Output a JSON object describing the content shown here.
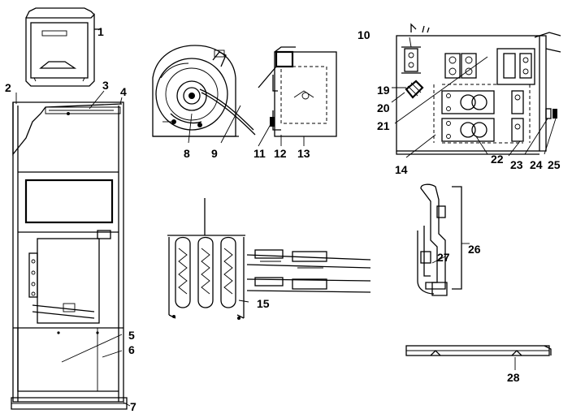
{
  "diagram": {
    "callouts": [
      "1",
      "2",
      "3",
      "4",
      "5",
      "6",
      "7",
      "8",
      "9",
      "10",
      "11",
      "12",
      "13",
      "14",
      "15",
      "19",
      "20",
      "21",
      "22",
      "23",
      "24",
      "25",
      "26",
      "27",
      "28"
    ]
  }
}
